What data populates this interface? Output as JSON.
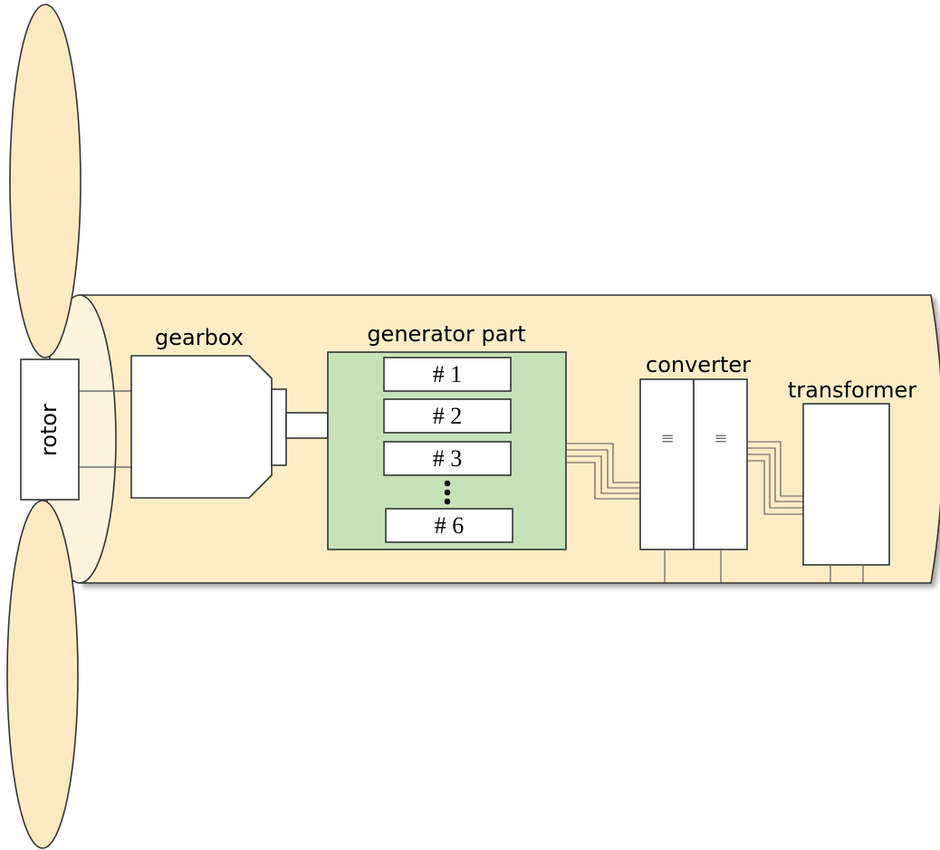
{
  "labels": {
    "rotor": "rotor",
    "gearbox": "gearbox",
    "generator": "generator part",
    "converter": "converter",
    "transformer": "transformer"
  },
  "generator_modules": [
    "# 1",
    "# 2",
    "# 3",
    "# 6"
  ],
  "converter_symbol": "≡",
  "colors": {
    "nacelle": "#fdedc6",
    "blade": "#fde9c2",
    "hub": "#fef4dd",
    "generator": "#c5e2b9",
    "outline": "#333333"
  }
}
